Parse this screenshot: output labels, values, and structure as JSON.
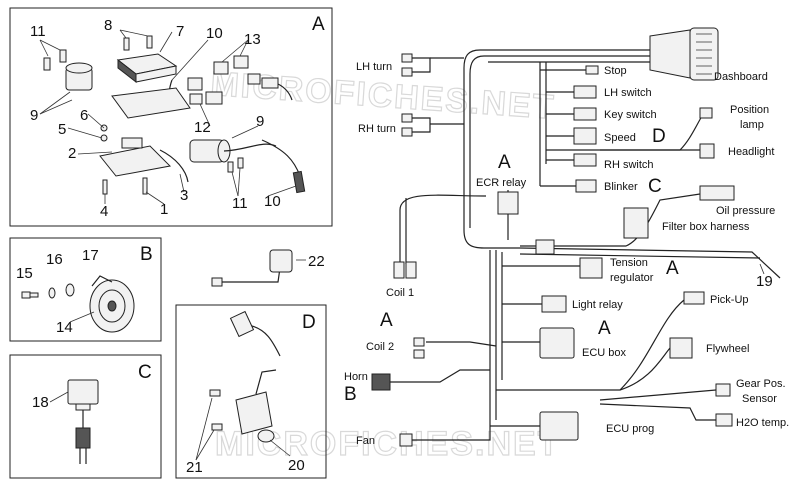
{
  "watermark": "MICROFICHES.NET",
  "panels": {
    "A": {
      "letter": "A",
      "numbers": [
        "11",
        "8",
        "7",
        "10",
        "13",
        "9",
        "6",
        "5",
        "2",
        "12",
        "9",
        "3",
        "4",
        "1",
        "11",
        "10"
      ]
    },
    "B": {
      "letter": "B",
      "numbers": [
        "15",
        "16",
        "17",
        "14"
      ]
    },
    "C": {
      "letter": "C",
      "numbers": [
        "18"
      ]
    },
    "D": {
      "letter": "D",
      "numbers": [
        "21",
        "20"
      ]
    }
  },
  "misc_numbers": {
    "coil_ref": "22",
    "harness_ref": "19"
  },
  "harness_labels": {
    "lh_turn": "LH turn",
    "rh_turn": "RH turn",
    "dashboard": "Dashboard",
    "stop": "Stop",
    "lh_switch": "LH switch",
    "key_switch": "Key switch",
    "speed": "Speed",
    "speed_ref": "D",
    "position_lamp": "Position\nlamp",
    "headlight": "Headlight",
    "rh_switch": "RH switch",
    "ecr_relay": "ECR relay",
    "ecr_ref": "A",
    "blinker": "Blinker",
    "blinker_ref": "C",
    "oil_pressure": "Oil pressure",
    "filter_box_harness": "Filter box harness",
    "coil1": "Coil 1",
    "tension_regulator": "Tension\nregulator",
    "tension_ref": "A",
    "light_relay": "Light relay",
    "pick_up": "Pick-Up",
    "coil2": "Coil 2",
    "coil2_ref": "A",
    "ecu_box": "ECU box",
    "ecu_ref": "A",
    "flywheel": "Flywheel",
    "horn": "Horn",
    "horn_ref": "B",
    "gear_pos": "Gear Pos.\nSensor",
    "h2o_temp": "H2O temp.",
    "ecu_prog": "ECU prog",
    "fan": "Fan"
  }
}
